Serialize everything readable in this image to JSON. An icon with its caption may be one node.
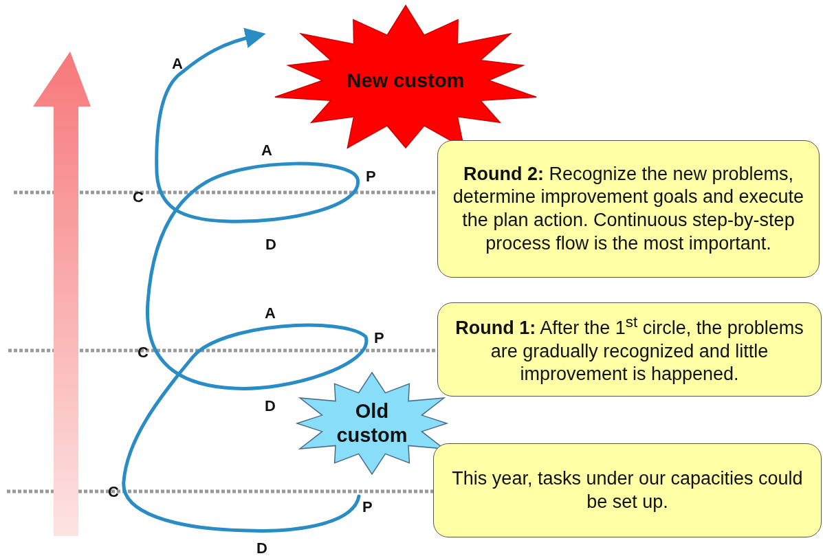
{
  "diagram": {
    "nodes": [
      {
        "text": [
          "New custom"
        ]
      },
      {
        "text": [
          "**Round 2:** Recognize the new problems, determine improvement goals and execute the plan action. Continuous step-by-step process flow is the most important."
        ]
      },
      {
        "text": [
          "**Round 1:** After the 1$^{st}$ circle, the problems are gradually recognized and little improvement is happened."
        ]
      },
      {
        "text": [
          "Old custom"
        ]
      },
      {
        "text": [
          "This year, tasks under our capacities could be set up."
        ]
      }
    ],
    "edges": [],
    "labels": [
      "A",
      "A",
      "P",
      "C",
      "D",
      "A",
      "P",
      "C",
      "D",
      "C",
      "P",
      "D"
    ]
  }
}
